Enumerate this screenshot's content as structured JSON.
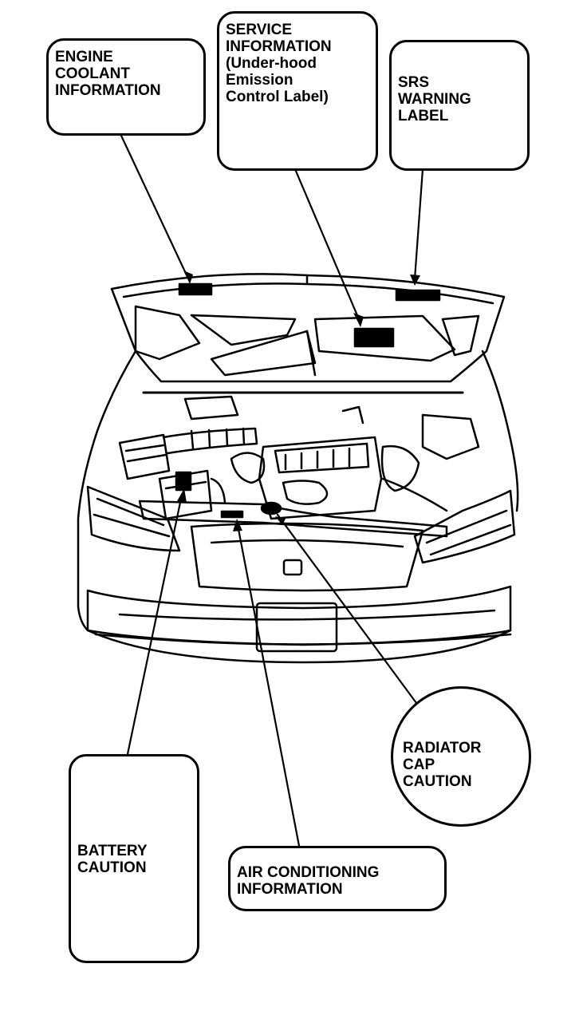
{
  "callouts": {
    "engine_coolant": {
      "lines": [
        "ENGINE",
        "COOLANT",
        "INFORMATION"
      ]
    },
    "service_info": {
      "lines": [
        "SERVICE",
        "INFORMATION",
        "(Under-hood",
        "Emission",
        "Control Label)"
      ]
    },
    "srs_warning": {
      "lines": [
        "SRS",
        "WARNING",
        "LABEL"
      ]
    },
    "radiator_cap": {
      "lines": [
        "RADIATOR",
        "CAP",
        "CAUTION"
      ]
    },
    "battery": {
      "lines": [
        "BATTERY",
        "CAUTION"
      ]
    },
    "air_conditioning": {
      "lines": [
        "AIR CONDITIONING",
        "INFORMATION"
      ]
    }
  },
  "colors": {
    "ink": "#000000",
    "paper": "#ffffff"
  }
}
